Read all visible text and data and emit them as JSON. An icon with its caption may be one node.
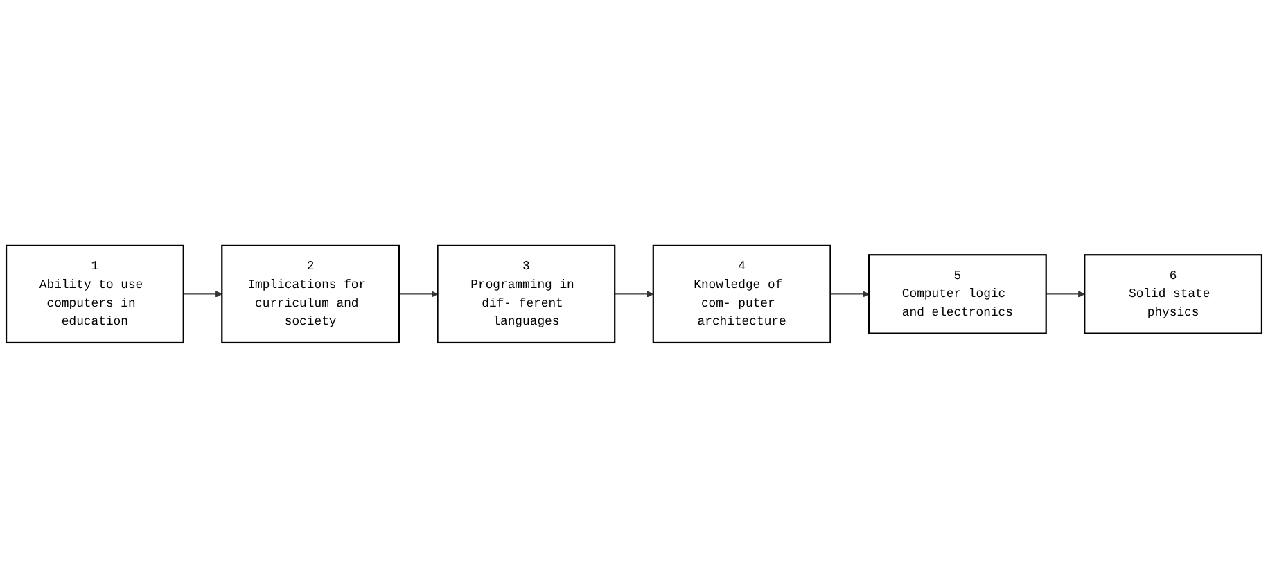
{
  "diagram": {
    "nodes": [
      {
        "text": [
          "1",
          "Ability to use computers in education"
        ]
      },
      {
        "text": [
          "2",
          "Implications for curriculum and society"
        ]
      },
      {
        "text": [
          "3",
          "Programming in dif- ferent languages"
        ]
      },
      {
        "text": [
          "4",
          "Knowledge of com- puter architecture"
        ]
      },
      {
        "text": [
          "5",
          "Computer logic and electronics"
        ]
      },
      {
        "text": [
          "6",
          "Solid state physics"
        ]
      }
    ],
    "edges": [
      {
        "from": 0,
        "to": 1,
        "arrow": "to"
      },
      {
        "from": 1,
        "to": 2,
        "arrow": "to"
      },
      {
        "from": 2,
        "to": 3,
        "arrow": "to"
      },
      {
        "from": 3,
        "to": 4,
        "arrow": "to"
      },
      {
        "from": 4,
        "to": 5,
        "arrow": "to"
      }
    ]
  }
}
